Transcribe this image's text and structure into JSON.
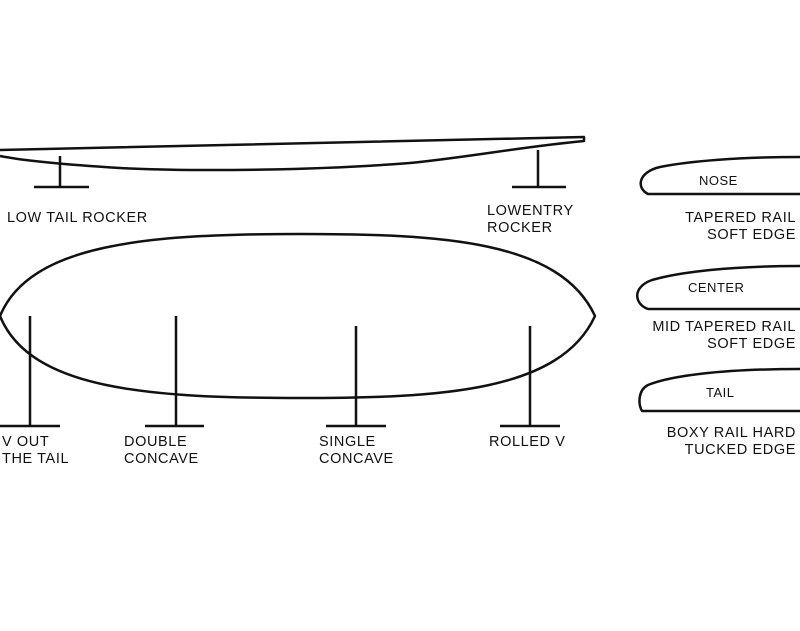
{
  "colors": {
    "stroke": "#111111",
    "background": "#ffffff"
  },
  "rocker": {
    "low_tail": "LOW TAIL ROCKER",
    "low_entry": [
      "LOWENTRY",
      "ROCKER"
    ]
  },
  "bottom": {
    "v_out": [
      "V OUT",
      "THE TAIL"
    ],
    "double_concave": [
      "DOUBLE",
      "CONCAVE"
    ],
    "single_concave": [
      "SINGLE",
      "CONCAVE"
    ],
    "rolled_v": "ROLLED V"
  },
  "rails": {
    "nose": {
      "tag": "NOSE",
      "desc": [
        "TAPERED RAIL",
        "SOFT EDGE"
      ]
    },
    "center": {
      "tag": "CENTER",
      "desc": [
        "MID TAPERED RAIL",
        "SOFT EDGE"
      ]
    },
    "tail": {
      "tag": "TAIL",
      "desc": [
        "BOXY RAIL HARD",
        "TUCKED EDGE"
      ]
    }
  }
}
